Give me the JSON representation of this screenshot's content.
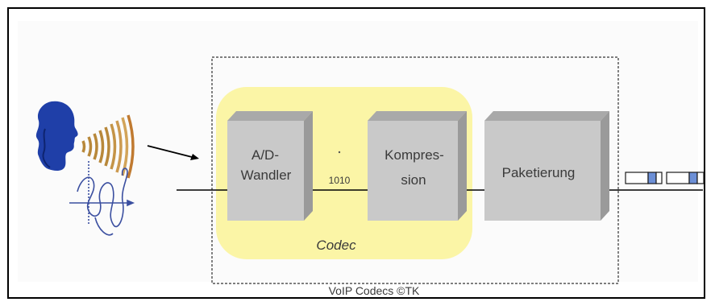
{
  "diagram": {
    "blocks": {
      "ad_line1": "A/D-",
      "ad_line2": "Wandler",
      "comp_line1": "Kompres-",
      "comp_line2": "sion",
      "packet": "Paketierung"
    },
    "bits_label": "1010",
    "codec_label": "Codec",
    "caption": "VoIP Codecs ©TK"
  },
  "colors": {
    "codec_highlight": "#fbf5a6",
    "block_front": "#c9c9c9",
    "block_top": "#a9a9a9",
    "block_side": "#9a9a9a",
    "speaker_head": "#1f3fa8",
    "sound_waves": "#b8883a",
    "waveform": "#3b4fa0"
  },
  "icons": [
    "speaker-head-icon",
    "sound-waves-icon",
    "waveform-icon",
    "packets-icon"
  ]
}
